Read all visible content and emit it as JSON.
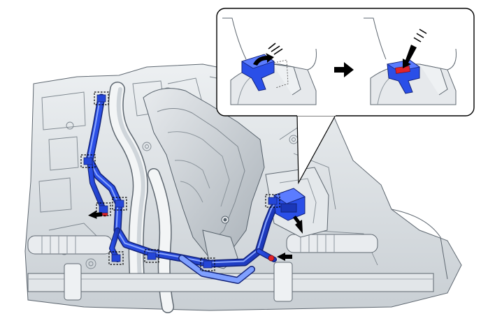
{
  "figure": {
    "type": "technical-illustration",
    "colors": {
      "harness": "#2446d8",
      "harness_dark": "#13237a",
      "harness_light": "#7fa0ff",
      "lock_tab": "#e0242a",
      "engine_line": "#5e6770",
      "engine_fill": "#dfe3e6",
      "engine_shadow": "#b9c0c6",
      "callout_border": "#000000",
      "arrow": "#000000"
    },
    "icons": {
      "step_arrow": "right-arrow-icon",
      "push_arrow": "push-arrow-icon",
      "clamp": "clamp-icon"
    },
    "clamp_count": 8,
    "callout_panels": [
      {
        "name": "connector-lock-released",
        "state": "before"
      },
      {
        "name": "connector-lock-engaged",
        "state": "after"
      }
    ]
  }
}
